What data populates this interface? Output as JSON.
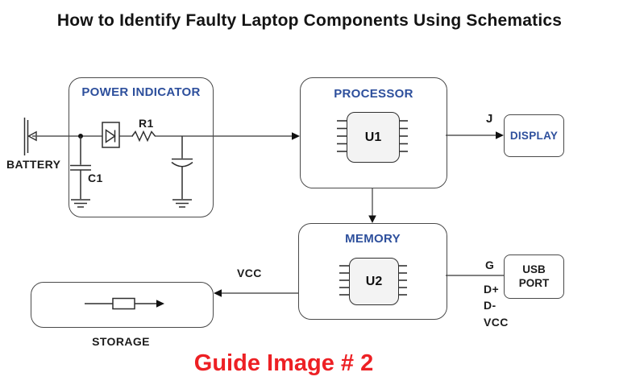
{
  "title": "How to Identify Faulty Laptop Components Using Schematics",
  "caption": "Guide Image # 2",
  "colors": {
    "accent_blue": "#2d4f9c",
    "caption_red": "#ed2024"
  },
  "diagram": {
    "battery_label": "BATTERY",
    "power_indicator": {
      "label": "POWER INDICATOR",
      "resistor_label": "R1",
      "capacitor_label": "C1"
    },
    "processor": {
      "label": "PROCESSOR",
      "chip_label": "U1"
    },
    "display": {
      "label": "DISPLAY",
      "wire_label": "J"
    },
    "memory": {
      "label": "MEMORY",
      "chip_label": "U2"
    },
    "usb_port": {
      "line1": "USB",
      "line2": "PORT",
      "pins": [
        "G",
        "D+",
        "D-",
        "VCC"
      ]
    },
    "storage": {
      "label": "STORAGE",
      "wire_label": "VCC"
    }
  }
}
